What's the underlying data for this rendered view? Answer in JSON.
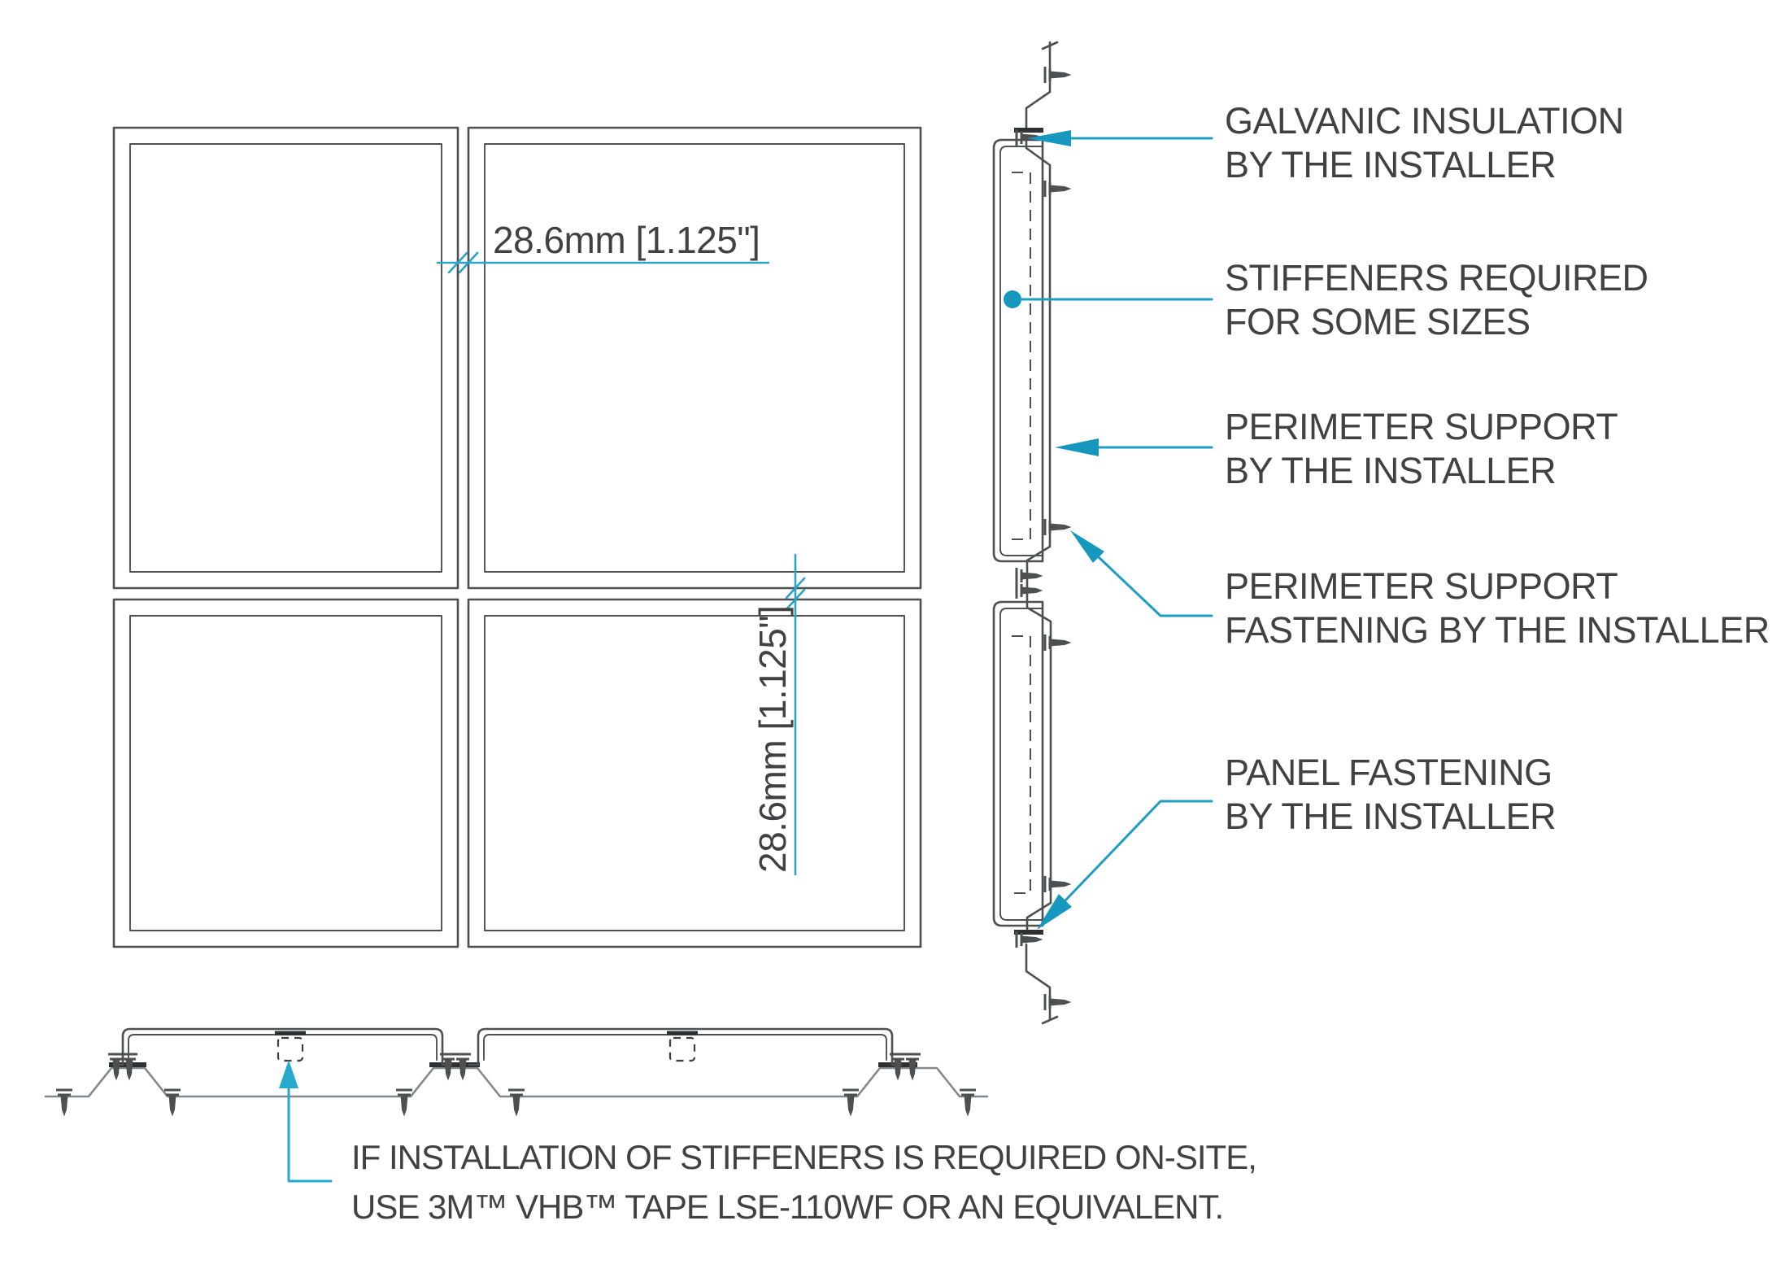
{
  "colors": {
    "accent_teal": "#1697BD",
    "accent_teal_bright": "#25A9CD",
    "dimension_teal": "#2BA3C4",
    "line_dark": "#4E4F51",
    "support_gray": "#85878A",
    "text": "#414042"
  },
  "front_view": {
    "dim_horizontal": "28.6mm [1.125\"]",
    "dim_vertical": "28.6mm [1.125\"]"
  },
  "callouts": [
    {
      "id": "galvanic-insulation",
      "marker": "arrow-left",
      "lines": [
        "GALVANIC INSULATION",
        "BY THE INSTALLER"
      ]
    },
    {
      "id": "stiffeners",
      "marker": "dot",
      "lines": [
        "STIFFENERS REQUIRED",
        "FOR SOME SIZES"
      ]
    },
    {
      "id": "perimeter-support",
      "marker": "arrow-left",
      "lines": [
        "PERIMETER SUPPORT",
        "BY THE INSTALLER"
      ]
    },
    {
      "id": "perimeter-support-fastening",
      "marker": "arrow-diagonal-up-left",
      "lines": [
        "PERIMETER SUPPORT",
        "FASTENING BY THE INSTALLER"
      ]
    },
    {
      "id": "panel-fastening",
      "marker": "arrow-diagonal-down-left",
      "lines": [
        "PANEL FASTENING",
        "BY THE INSTALLER"
      ]
    }
  ],
  "note": {
    "marker": "arrow-up",
    "lines": [
      "IF INSTALLATION OF STIFFENERS IS REQUIRED ON-SITE,",
      "USE 3M™ VHB™ TAPE LSE-110WF OR AN EQUIVALENT."
    ]
  }
}
